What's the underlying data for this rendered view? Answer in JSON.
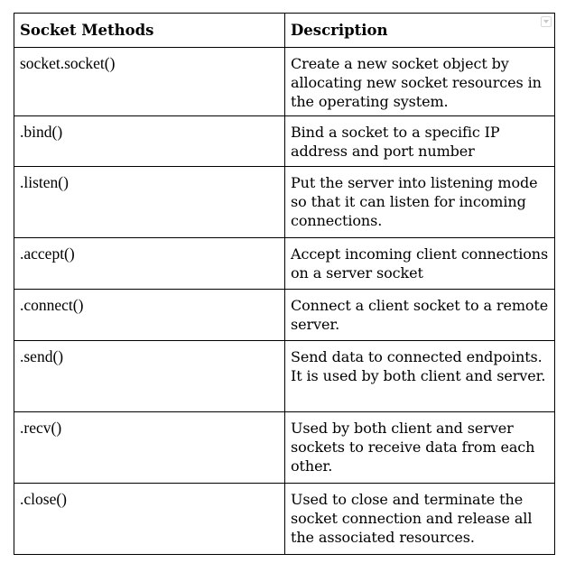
{
  "table": {
    "headers": {
      "method": "Socket Methods",
      "description": "Description"
    },
    "rows": [
      {
        "method": "socket.socket()",
        "description": "Create a new socket object by allocating new socket resources in the operating system."
      },
      {
        "method": ".bind()",
        "description": "Bind a socket to a specific IP address and port number"
      },
      {
        "method": ".listen()",
        "description": "Put the server into listening mode so that it can listen for incoming connections."
      },
      {
        "method": ".accept()",
        "description": "Accept incoming client connections on a server socket"
      },
      {
        "method": ".connect()",
        "description": "Connect a client socket to a remote server."
      },
      {
        "method": ".send()",
        "description": "Send data to connected endpoints. It is used by both client and server."
      },
      {
        "method": ".recv()",
        "description": "Used by both client and server sockets to receive data from each other."
      },
      {
        "method": ".close()",
        "description": "Used to close and terminate the socket connection and release all the associated resources."
      }
    ]
  },
  "icons": {
    "corner": "chevron-down-icon"
  }
}
